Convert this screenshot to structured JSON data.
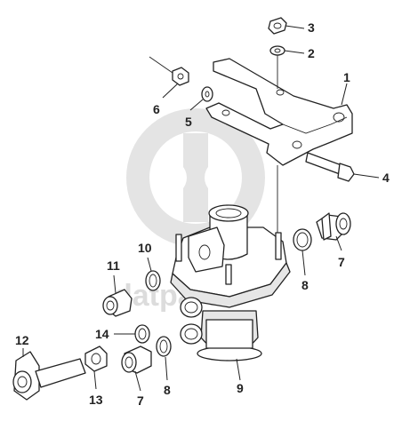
{
  "watermark": {
    "text": "datparts",
    "color": "#d9d9d9"
  },
  "callouts": {
    "c1": "1",
    "c2": "2",
    "c3": "3",
    "c4": "4",
    "c5": "5",
    "c6": "6",
    "c7a": "7",
    "c7b": "7",
    "c8a": "8",
    "c8b": "8",
    "c9": "9",
    "c10": "10",
    "c11": "11",
    "c12": "12",
    "c13": "13",
    "c14": "14"
  },
  "colors": {
    "line": "#222222",
    "background": "#ffffff"
  }
}
